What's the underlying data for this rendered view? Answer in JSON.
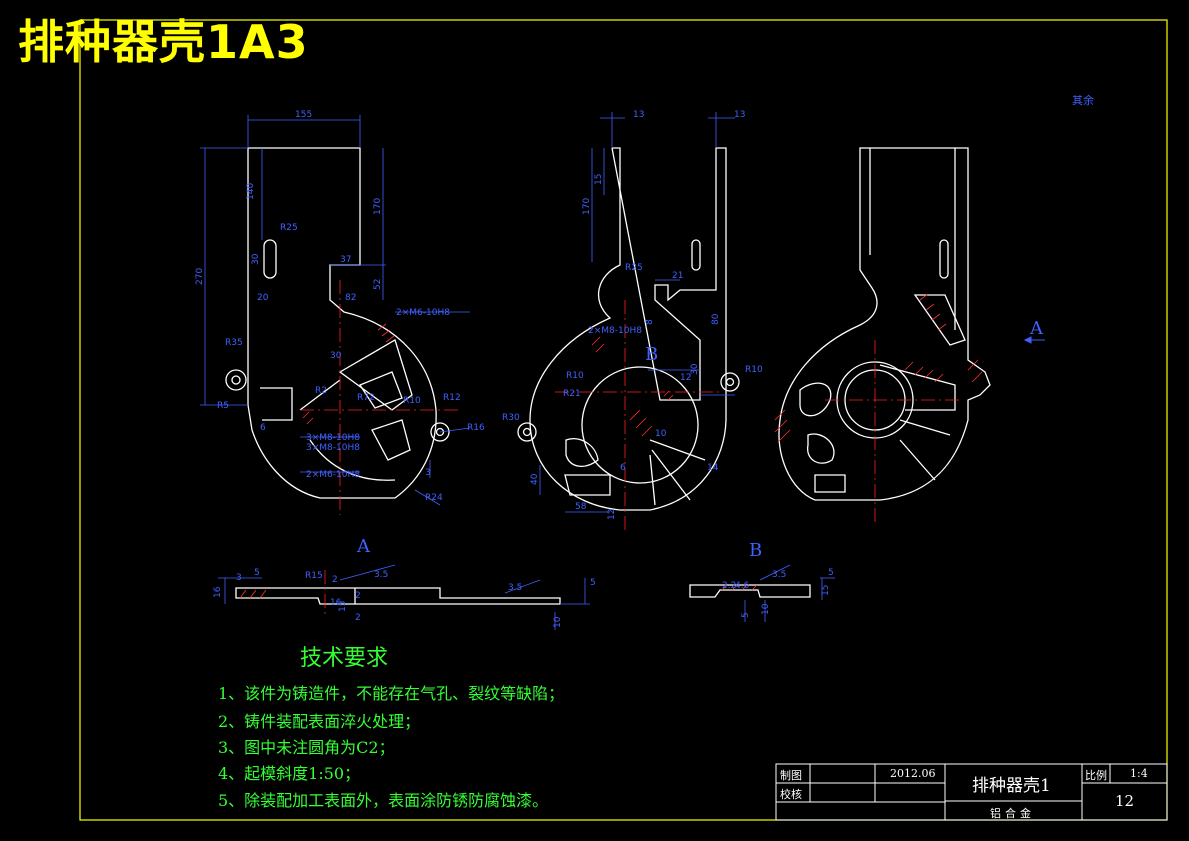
{
  "drawing_title": "排种器壳1A3",
  "top_right_note": "其余",
  "dimensions": {
    "front": [
      "155",
      "140",
      "170",
      "270",
      "30",
      "20",
      "37",
      "82",
      "52",
      "30",
      "R35",
      "R25",
      "R5",
      "R10",
      "R16",
      "R24",
      "R72",
      "R12",
      "R2",
      "6",
      "3"
    ],
    "side": [
      "13",
      "13",
      "15",
      "170",
      "R25",
      "21",
      "8",
      "80",
      "30",
      "R10",
      "R10",
      "R30",
      "R21",
      "12",
      "10",
      "14",
      "6",
      "40",
      "58",
      "12"
    ],
    "section_a": [
      "5",
      "16",
      "3",
      "R15",
      "2",
      "3.5",
      "3.5",
      "10",
      "16",
      "15",
      "5",
      "2",
      "2"
    ],
    "section_b": [
      "3.5",
      "2.2",
      "4.6",
      "5",
      "10",
      "5",
      "15"
    ]
  },
  "thread_callouts": [
    "2×M6-10H8",
    "3×M8-10H8",
    "3×M8-10H8",
    "2×M6-10H8",
    "2×M8-10H8"
  ],
  "view_labels": {
    "a_arrow": "A",
    "a_section": "A",
    "b_arrow": "B",
    "b_section": "B"
  },
  "tech_requirements": {
    "title": "技术要求",
    "items": [
      "1、该件为铸造件，不能存在气孔、裂纹等缺陷；",
      "2、铸件装配表面淬火处理；",
      "3、图中未注圆角为C2；",
      "4、起模斜度1:50；",
      "5、除装配加工表面外，表面涂防锈防腐蚀漆。"
    ]
  },
  "title_block": {
    "drawn_label": "制图",
    "checked_label": "校核",
    "date": "2012.06",
    "part_name": "排种器壳1",
    "material": "铝合金",
    "scale_label": "比例",
    "scale_value": "1:4",
    "sheet_number": "12"
  },
  "colors": {
    "frame": "#ffff00",
    "outline": "#ffffff",
    "dimension": "#4060ff",
    "centerline": "#ff2020",
    "hatch": "#ff3030",
    "text_green": "#33ff33",
    "title_yellow": "#ffff00"
  }
}
